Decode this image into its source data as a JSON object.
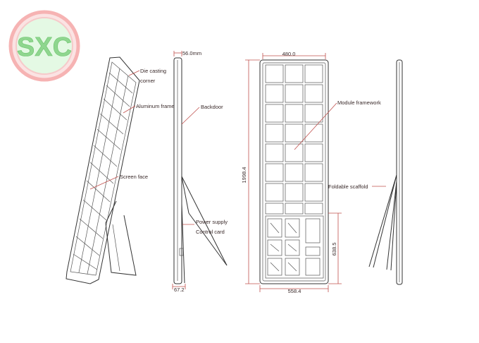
{
  "logo": {
    "text": "SXC",
    "ring_color": "#f4a6a6",
    "fill_color": "#d9f7d9",
    "text_color": "#7fd17f"
  },
  "labels": {
    "die_casting_1": "Die casting",
    "die_casting_2": "corner",
    "aluminum_frame": "Aluminum frame",
    "screen_face": "Screen face",
    "backdoor": "Backdoor",
    "power_supply": "Power supply",
    "control_card": "Control card",
    "module_framework": "Module framework",
    "foldable_scaffold": "Foldable scaffold"
  },
  "dimensions": {
    "side_top": "56.0mm",
    "side_bottom": "67.2",
    "front_width": "480.0",
    "front_height": "1998.4",
    "front_bottom_width": "558.4",
    "front_lower_height": "638.5"
  },
  "colors": {
    "leader": "#c0504d",
    "outline": "#333333"
  }
}
